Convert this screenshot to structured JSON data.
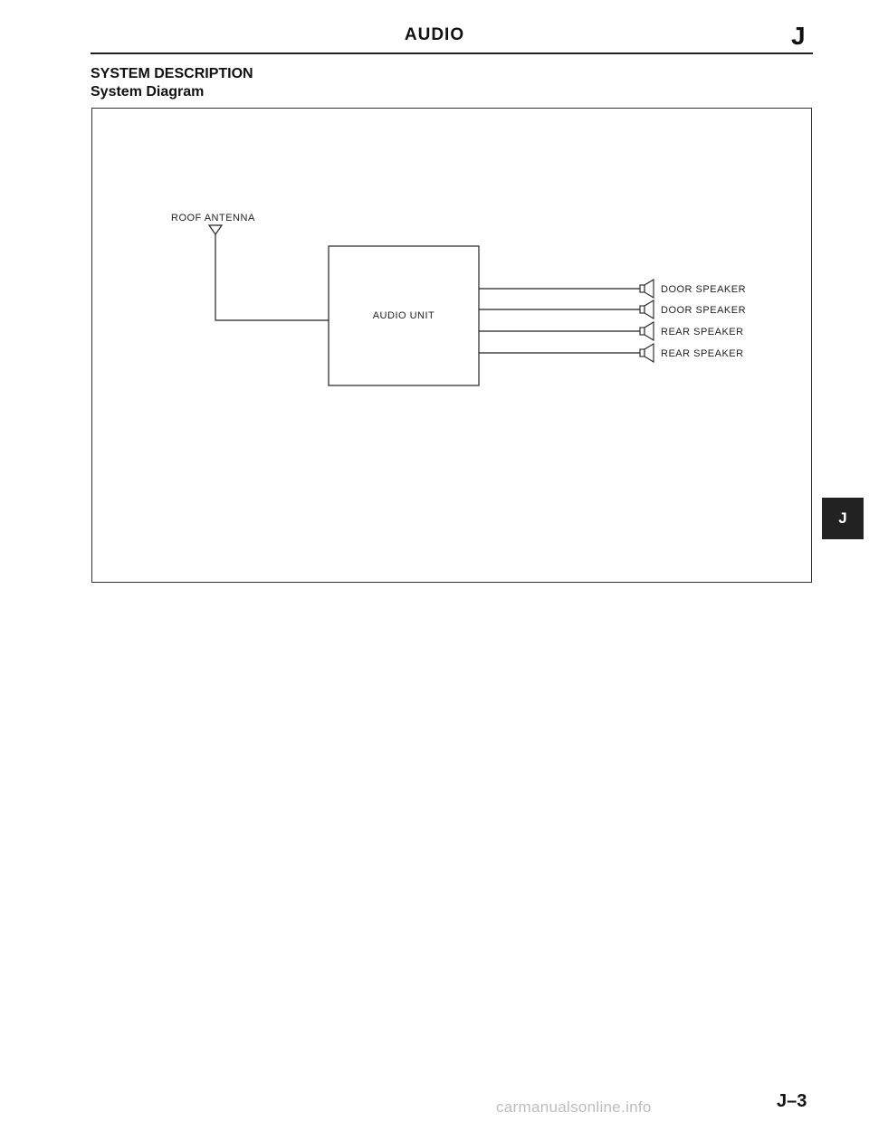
{
  "header": {
    "title": "AUDIO",
    "section_letter": "J"
  },
  "section": {
    "title": "SYSTEM DESCRIPTION",
    "subtitle": "System Diagram"
  },
  "diagram": {
    "antenna_label": "ROOF ANTENNA",
    "unit_label": "AUDIO UNIT",
    "speakers": [
      "DOOR SPEAKER",
      "DOOR SPEAKER",
      "REAR SPEAKER",
      "REAR SPEAKER"
    ]
  },
  "side_tab": {
    "label": "J"
  },
  "footer": {
    "page_number": "J–3",
    "watermark": "carmanualsonline.info"
  },
  "colors": {
    "ink": "#222222",
    "tab_background": "#222222",
    "watermark": "#bdbdbd"
  },
  "icons": [
    "antenna-icon",
    "speaker-icon"
  ]
}
